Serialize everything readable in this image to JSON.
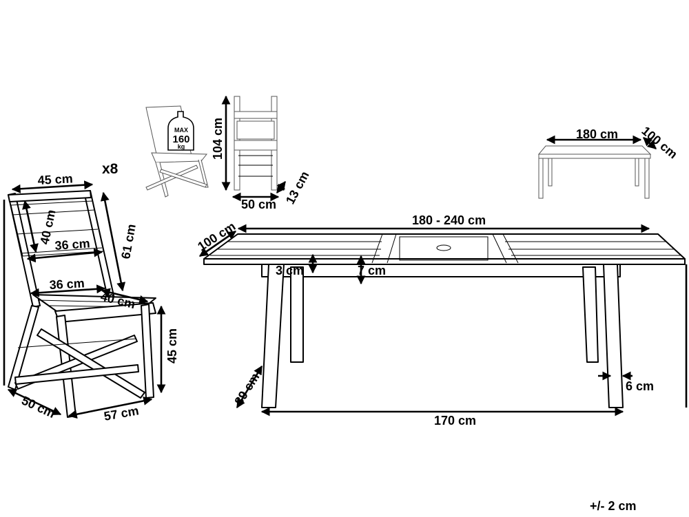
{
  "quantity_badge": "x8",
  "load_badge": {
    "max": "MAX",
    "value": "160",
    "unit": "kg"
  },
  "chair": {
    "back_width": "45 cm",
    "back_height": "40 cm",
    "back_inner_width": "36 cm",
    "back_side_height": "61 cm",
    "seat_width": "36 cm",
    "seat_depth": "40 cm",
    "seat_height": "45 cm",
    "base_depth": "50 cm",
    "base_length": "57 cm"
  },
  "folded_chair": {
    "height": "104 cm",
    "width": "50 cm",
    "thickness": "13 cm"
  },
  "table_small": {
    "length": "180 cm",
    "width": "100 cm"
  },
  "table": {
    "length_range": "180 - 240 cm",
    "width": "100 cm",
    "top_thickness": "3 cm",
    "apron_height": "7 cm",
    "height": "89 cm",
    "leg_thickness": "6 cm",
    "leg_span": "170 cm"
  },
  "tolerance": "+/- 2 cm"
}
